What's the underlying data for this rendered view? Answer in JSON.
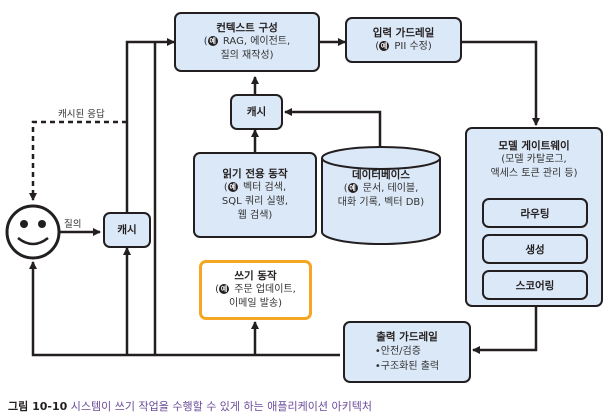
{
  "diagram": {
    "nodes": {
      "context": {
        "title": "컨텍스트 구성",
        "example_badge": "예",
        "detail_1": " RAG, 에이전트,",
        "detail_2": "질의 재작성)"
      },
      "input_guard": {
        "title": "입력 가드레일",
        "example_badge": "예",
        "detail_1": " PII 수정)"
      },
      "cache_top": {
        "title": "캐시"
      },
      "cache_left": {
        "title": "캐시"
      },
      "read_only": {
        "title": "읽기 전용 동작",
        "example_badge": "예",
        "detail_1": " 벡터 검색,",
        "detail_2": "SQL 쿼리 실행,",
        "detail_3": "웹 검색)"
      },
      "database": {
        "title": "데이터베이스",
        "example_badge": "예",
        "detail_1": " 문서, 테이블,",
        "detail_2": "대화 기록, 벡터 DB)"
      },
      "gateway": {
        "title": "모델 게이트웨이",
        "detail_1": "(모델 카탈로그,",
        "detail_2": "액세스 토큰 관리 등)",
        "components": [
          "라우팅",
          "생성",
          "스코어링"
        ]
      },
      "write_action": {
        "title": "쓰기 동작",
        "example_badge": "예",
        "detail_1": " 주문 업데이트,",
        "detail_2": "이메일 발송)"
      },
      "output_guard": {
        "title": "출력 가드레일",
        "bullets": [
          "•안전/검증",
          "•구조화된 출력"
        ]
      }
    },
    "edge_labels": {
      "cached_response": "캐시된 응답",
      "query": "질의"
    },
    "colors": {
      "box_fill": "#dbe8f7",
      "stroke": "#231f20",
      "write_border": "#f5a623",
      "caption_text": "#6b4c9a"
    }
  },
  "caption": {
    "figure_no": "그림 10-10",
    "text": " 시스템이 쓰기 작업을 수행할 수 있게 하는 애플리케이션 아키텍처"
  }
}
